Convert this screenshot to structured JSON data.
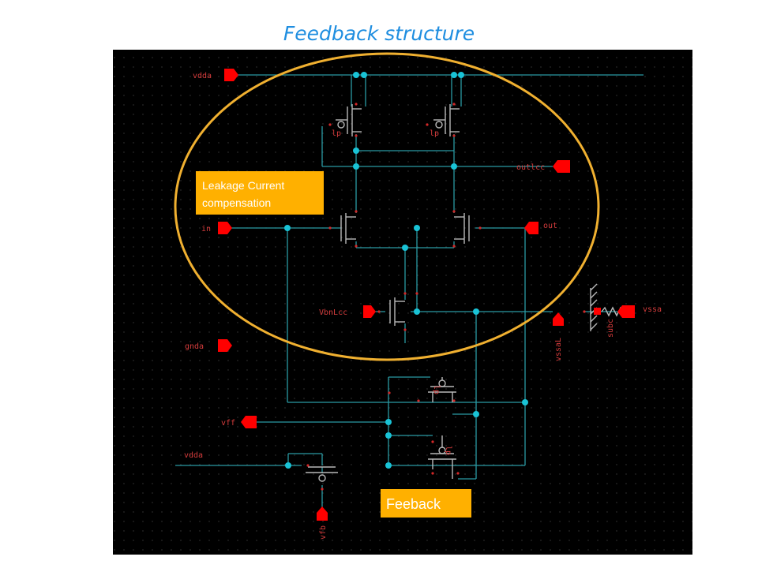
{
  "slide": {
    "title": "Feedback structure"
  },
  "colors": {
    "background": "#000000",
    "wire": "#2a9aa3",
    "node": "#19c3d6",
    "pin": "#ff0000",
    "pin_label": "#d43c3c",
    "device": "#b8b8b8",
    "dot": "#d42828",
    "highlight": "#f0b030",
    "callout_fill": "#ffb000"
  },
  "pins": {
    "vdda_top": "vdda",
    "outlcc": "outlcc",
    "in": "in",
    "out": "out",
    "vbnlcc": "VbnLcc",
    "gnda": "gnda",
    "vssa": "vssa",
    "vssal": "vssaL",
    "subc": "subc",
    "vff": "vff",
    "vdda_bottom": "vdda",
    "vfb": "vfb"
  },
  "device_labels": {
    "lp": "lp"
  },
  "callouts": {
    "leakage_line1": "Leakage Current",
    "leakage_line2": "compensation",
    "feedback": "Feeback"
  }
}
